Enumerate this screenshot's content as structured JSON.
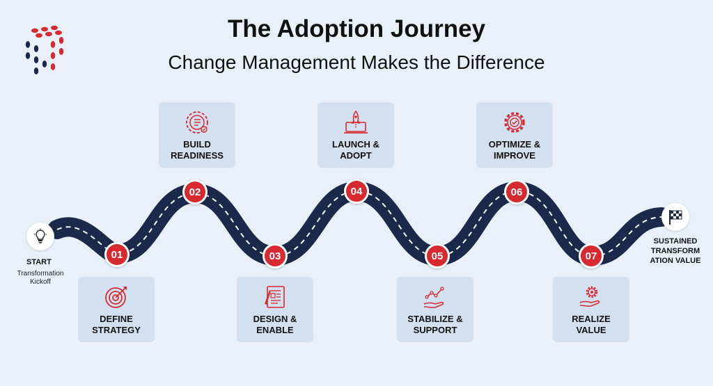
{
  "header": {
    "title": "The Adoption Journey",
    "subtitle": "Change Management Makes the Difference"
  },
  "colors": {
    "accent": "#d62930",
    "road": "#1b2a4a",
    "card": "#d3e0ef",
    "background": "#e9f0f9"
  },
  "logo": {
    "icon": "dice-dots-logo"
  },
  "start": {
    "icon": "lightbulb-icon",
    "title": "START",
    "subtitle": "Transformation\nKickoff"
  },
  "end": {
    "icon": "checkered-flag-icon",
    "label": "SUSTAINED\nTRANSFORM\nATION VALUE"
  },
  "steps": [
    {
      "number": "01",
      "label": "DEFINE\nSTRATEGY",
      "icon": "target-icon"
    },
    {
      "number": "02",
      "label": "BUILD\nREADINESS",
      "icon": "gear-checklist-icon"
    },
    {
      "number": "03",
      "label": "DESIGN &\nENABLE",
      "icon": "blueprint-icon"
    },
    {
      "number": "04",
      "label": "LAUNCH &\nADOPT",
      "icon": "rocket-laptop-icon"
    },
    {
      "number": "05",
      "label": "STABILIZE &\nSUPPORT",
      "icon": "hand-chart-icon"
    },
    {
      "number": "06",
      "label": "OPTIMIZE &\nIMPROVE",
      "icon": "gear-check-icon"
    },
    {
      "number": "07",
      "label": "REALIZE\nVALUE",
      "icon": "hand-gear-icon"
    }
  ]
}
